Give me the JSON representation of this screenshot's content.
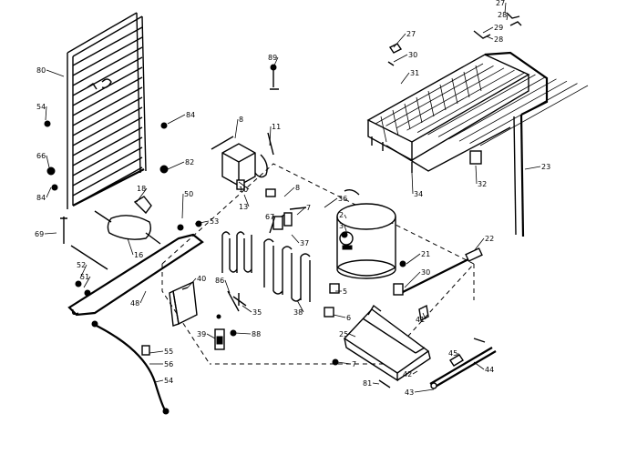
{
  "callouts": [
    {
      "key": "c80",
      "text": "80"
    },
    {
      "key": "c54",
      "text": "54"
    },
    {
      "key": "c84a",
      "text": "84"
    },
    {
      "key": "c82",
      "text": "82"
    },
    {
      "key": "c66",
      "text": "66"
    },
    {
      "key": "c84b",
      "text": "84"
    },
    {
      "key": "c18",
      "text": "18"
    },
    {
      "key": "c16",
      "text": "16"
    },
    {
      "key": "c69",
      "text": "69"
    },
    {
      "key": "c52",
      "text": "52"
    },
    {
      "key": "c51",
      "text": "51"
    },
    {
      "key": "c48",
      "text": "48"
    },
    {
      "key": "c50",
      "text": "50"
    },
    {
      "key": "c53",
      "text": "53"
    },
    {
      "key": "c8a",
      "text": "8"
    },
    {
      "key": "c11",
      "text": "11"
    },
    {
      "key": "c10",
      "text": "10"
    },
    {
      "key": "c13",
      "text": "13"
    },
    {
      "key": "c8b",
      "text": "8"
    },
    {
      "key": "c7a",
      "text": "7"
    },
    {
      "key": "c67",
      "text": "67"
    },
    {
      "key": "c37",
      "text": "37"
    },
    {
      "key": "c36",
      "text": "36"
    },
    {
      "key": "c2",
      "text": "2"
    },
    {
      "key": "c3",
      "text": "3"
    },
    {
      "key": "c40",
      "text": "40"
    },
    {
      "key": "c86",
      "text": "86"
    },
    {
      "key": "c35",
      "text": "35"
    },
    {
      "key": "c38",
      "text": "38"
    },
    {
      "key": "c39",
      "text": "39"
    },
    {
      "key": "c88",
      "text": "88"
    },
    {
      "key": "c5",
      "text": "5"
    },
    {
      "key": "c6",
      "text": "6"
    },
    {
      "key": "c25",
      "text": "25"
    },
    {
      "key": "c7b",
      "text": "7"
    },
    {
      "key": "c81",
      "text": "81"
    },
    {
      "key": "c55",
      "text": "55"
    },
    {
      "key": "c56",
      "text": "56"
    },
    {
      "key": "c54b",
      "text": "54"
    },
    {
      "key": "c89",
      "text": "89"
    },
    {
      "key": "c27a",
      "text": "27"
    },
    {
      "key": "c30a",
      "text": "30"
    },
    {
      "key": "c31",
      "text": "31"
    },
    {
      "key": "c27b",
      "text": "27"
    },
    {
      "key": "c28a",
      "text": "28"
    },
    {
      "key": "c29",
      "text": "29"
    },
    {
      "key": "c28b",
      "text": "28"
    },
    {
      "key": "c34",
      "text": "34"
    },
    {
      "key": "c32",
      "text": "32"
    },
    {
      "key": "c23",
      "text": "23"
    },
    {
      "key": "c21",
      "text": "21"
    },
    {
      "key": "c22",
      "text": "22"
    },
    {
      "key": "c30b",
      "text": "30"
    },
    {
      "key": "c41",
      "text": "41"
    },
    {
      "key": "c45",
      "text": "45"
    },
    {
      "key": "c42",
      "text": "42"
    },
    {
      "key": "c44",
      "text": "44"
    },
    {
      "key": "c43",
      "text": "43"
    }
  ]
}
